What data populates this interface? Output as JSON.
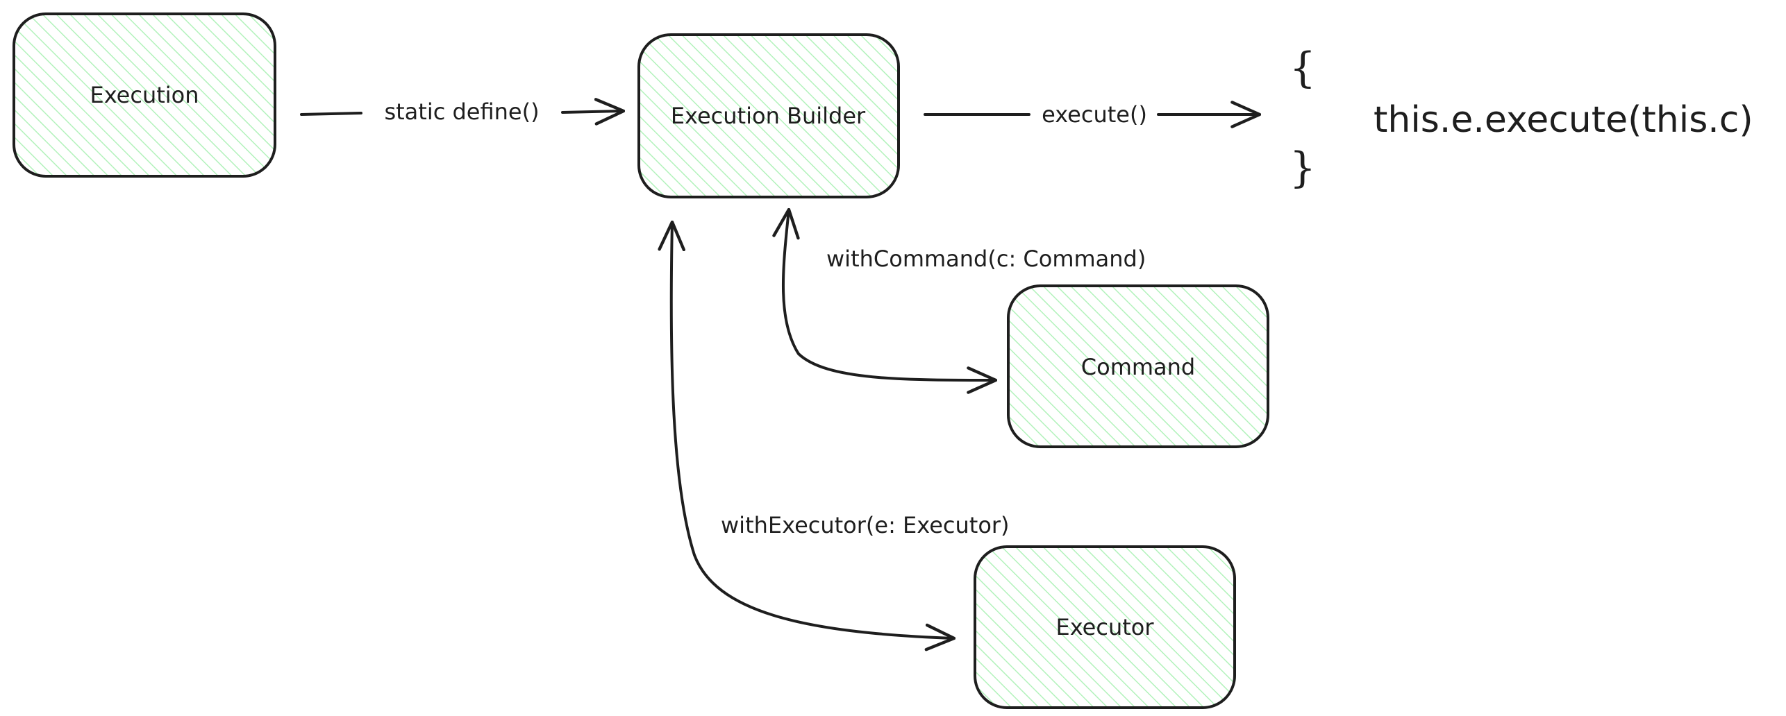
{
  "nodes": {
    "execution": "Execution",
    "execution_builder": "Execution Builder",
    "command": "Command",
    "executor": "Executor"
  },
  "edges": {
    "define": "static define()",
    "execute": "execute()",
    "with_command": "withCommand(c: Command)",
    "with_executor": "withExecutor(e: Executor)"
  },
  "code_block": {
    "open_brace": "{",
    "statement": "this.e.execute(this.c)",
    "close_brace": "}"
  },
  "colors": {
    "box_fill": "#b2f2bb",
    "stroke": "#1e1e1e",
    "background": "#ffffff"
  }
}
